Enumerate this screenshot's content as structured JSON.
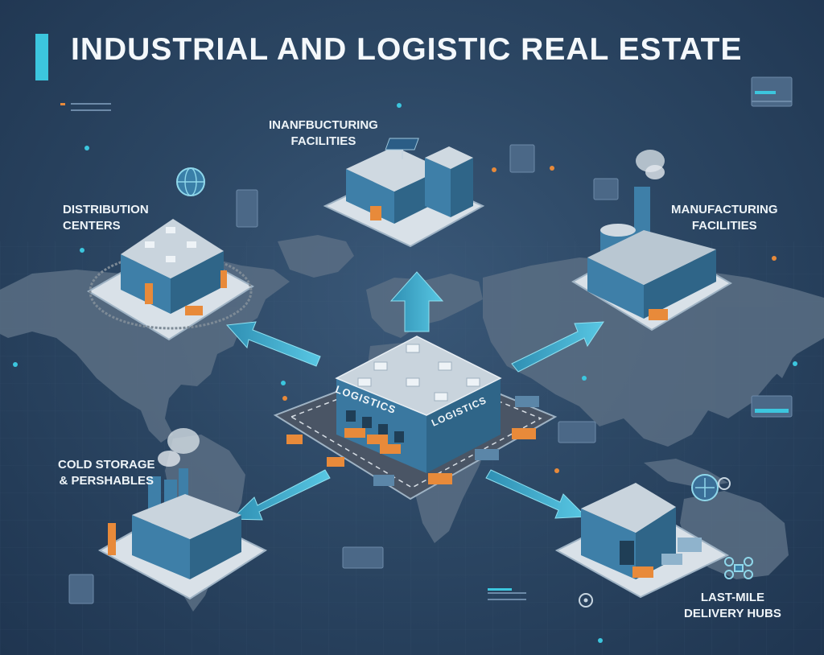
{
  "title": "INDUSTRIAL AND LOGISTIC REAL ESTATE",
  "hub": {
    "signs": [
      "LOGISTICS",
      "LOGISTICS"
    ]
  },
  "nodes": [
    {
      "key": "top",
      "lines": [
        "INANFBUCTURING",
        "FACILITIES"
      ]
    },
    {
      "key": "left",
      "lines": [
        "DISTRIBUTION",
        "CENTERS"
      ]
    },
    {
      "key": "right",
      "lines": [
        "MANUFACTURING",
        "FACILITIES"
      ]
    },
    {
      "key": "cold",
      "lines": [
        "COLD STORAGE",
        "& PERSHABLES"
      ]
    },
    {
      "key": "lastmile",
      "lines": [
        "LAST-MILE",
        "DELIVERY HUBS"
      ]
    }
  ],
  "colors": {
    "accent": "#3cc6de",
    "building": "#3e7fa8",
    "roof": "#cfd9e1",
    "platform": "#dfe6ec",
    "truck": "#e88a3a",
    "map": "#5b6f85",
    "arrow": "#49b6d6"
  }
}
